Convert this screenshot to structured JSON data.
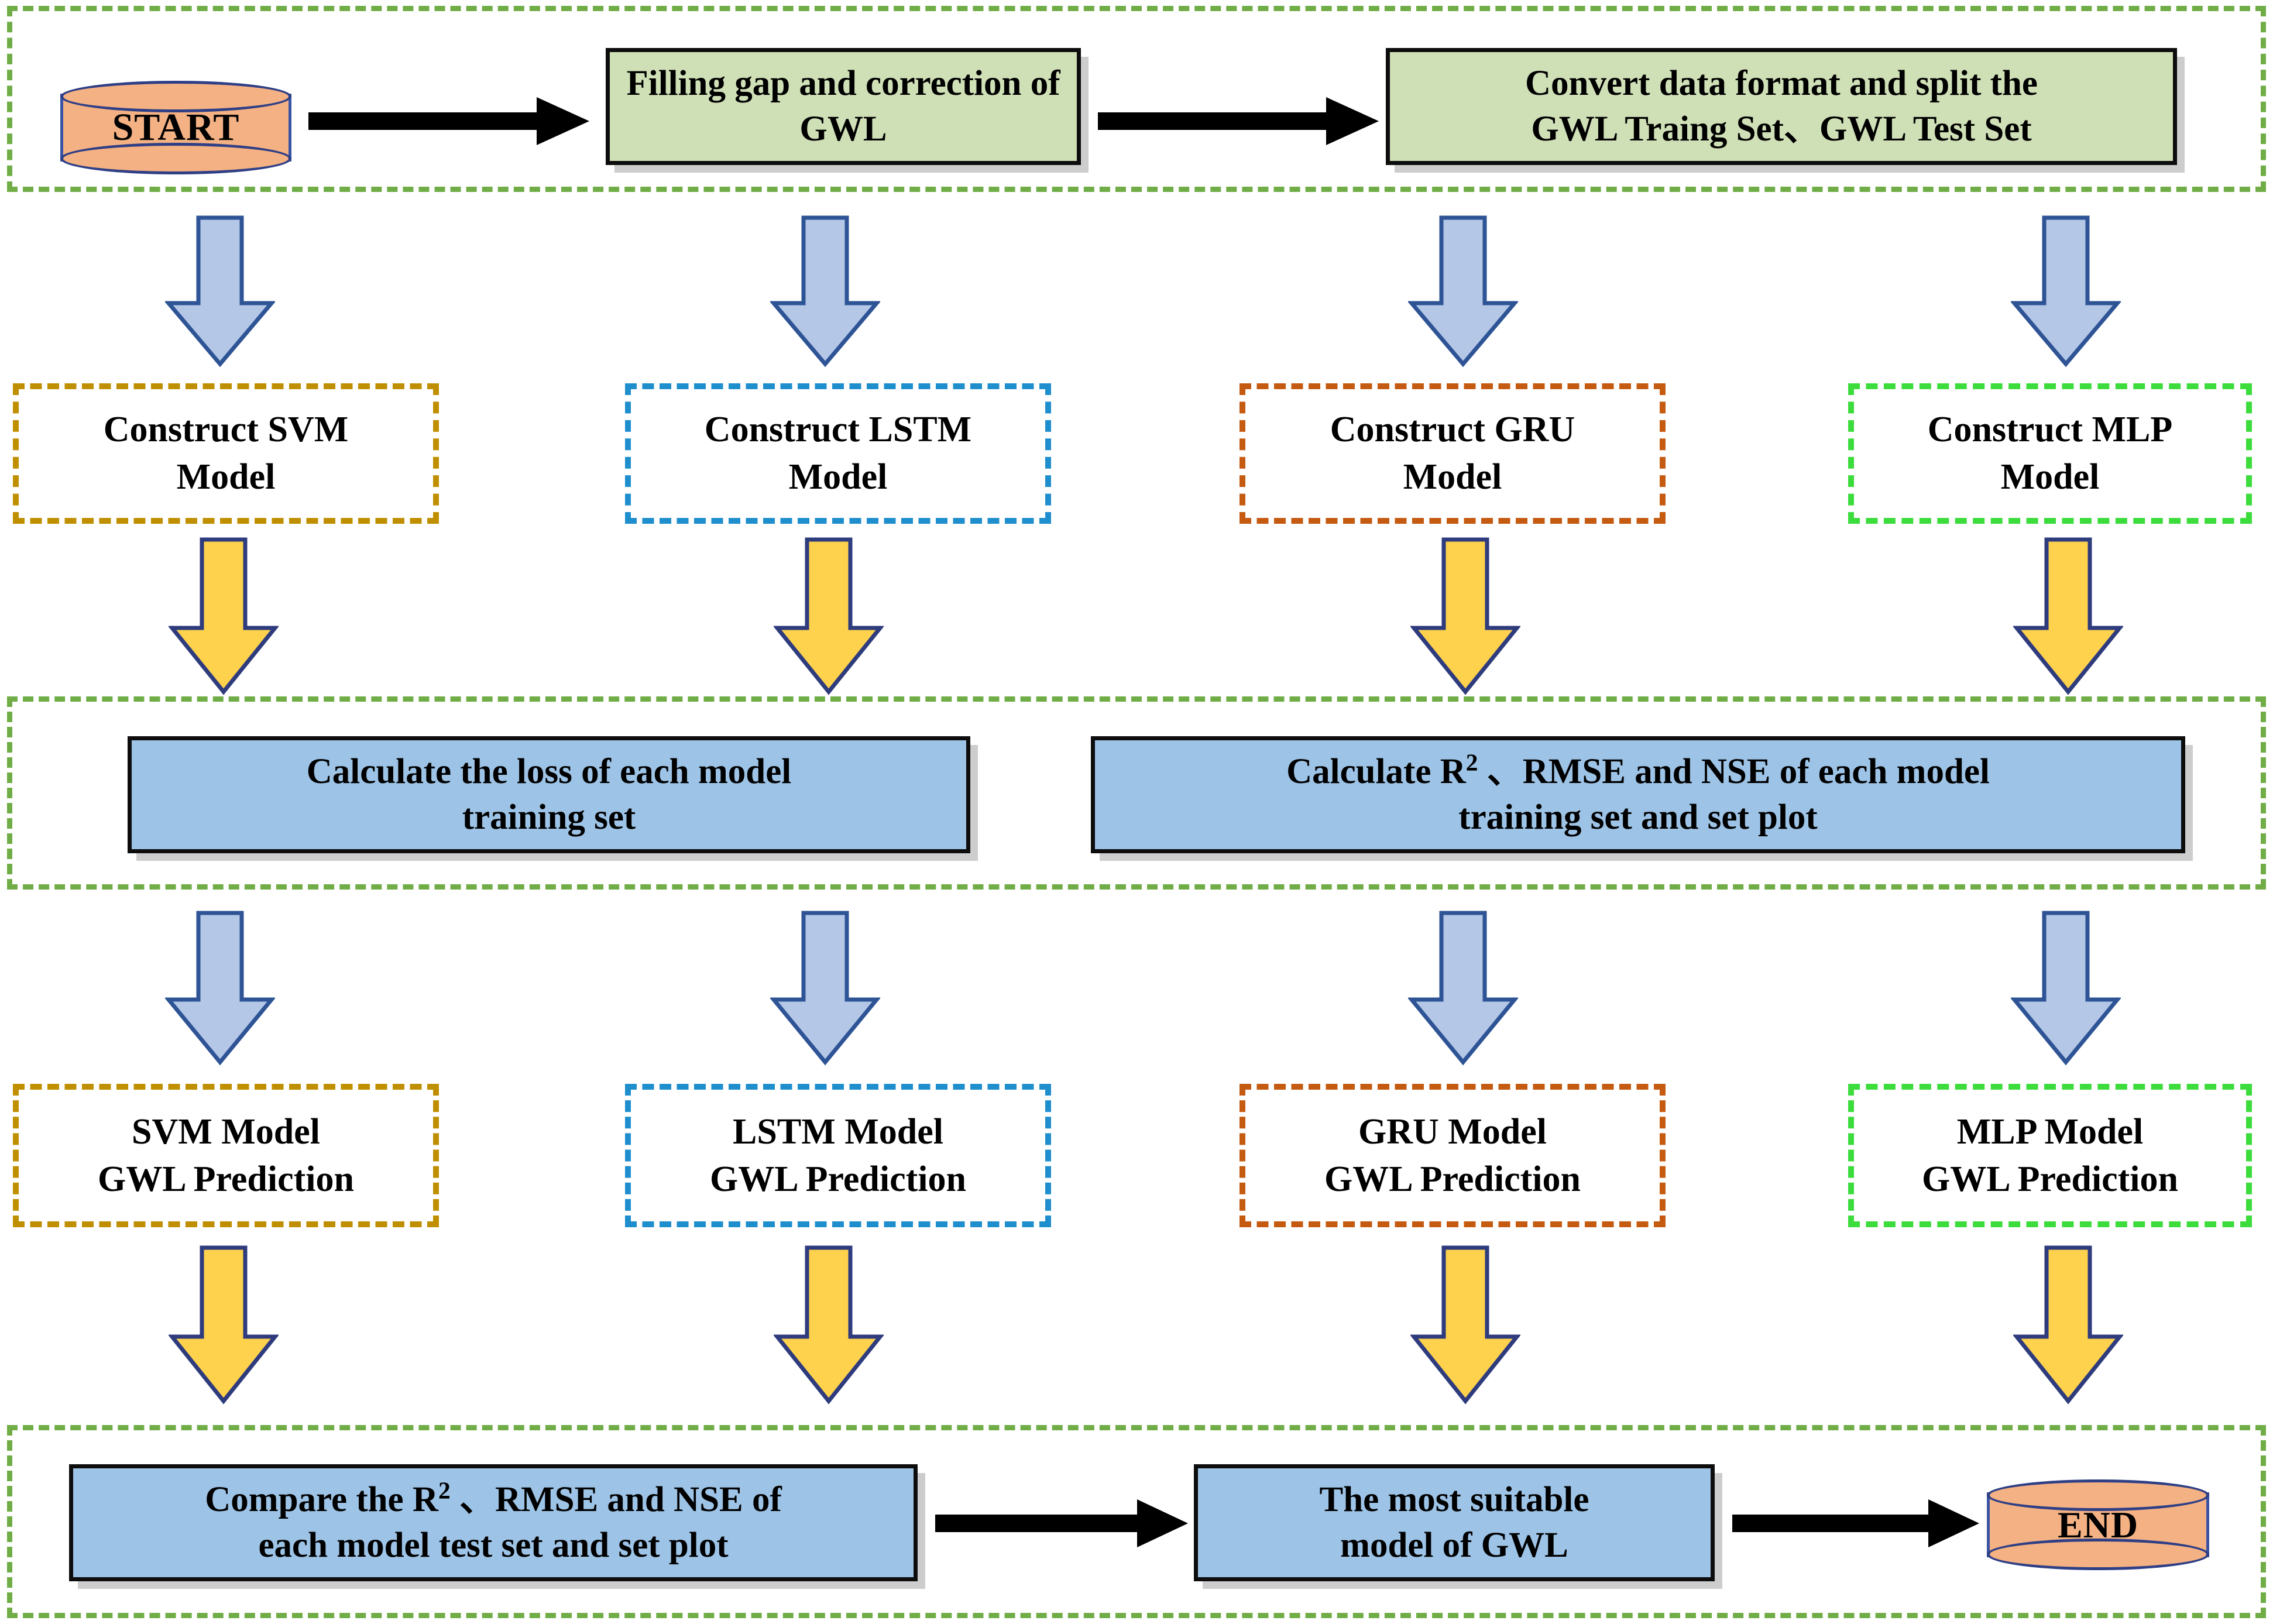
{
  "diagram": {
    "title": "GWL prediction modelling workflow flowchart",
    "colors": {
      "group_border": "#70ad47",
      "process_green": "#cfdfb6",
      "process_blue": "#9dc3e6",
      "terminator_fill": "#f4b183",
      "arrow_blue_fill": "#b4c7e7",
      "arrow_blue_stroke": "#2e5496",
      "arrow_yellow_fill": "#ffd24d",
      "arrow_yellow_stroke": "#2e3b7d",
      "svm": "#bf8f00",
      "lstm": "#1f8ecd",
      "gru": "#c55a11",
      "mlp": "#3ddc3d"
    }
  },
  "stage_1": {
    "start": "START",
    "filling": "Filling gap and correction of GWL",
    "convert_line1": "Convert data format and split the",
    "convert_line2": "GWL Traing Set、GWL  Test Set"
  },
  "stage_2": {
    "construct": [
      {
        "line1": "Construct SVM",
        "line2": "Model",
        "model": "SVM"
      },
      {
        "line1": "Construct LSTM",
        "line2": "Model",
        "model": "LSTM"
      },
      {
        "line1": "Construct GRU",
        "line2": "Model",
        "model": "GRU"
      },
      {
        "line1": "Construct MLP",
        "line2": "Model",
        "model": "MLP"
      }
    ]
  },
  "stage_3": {
    "loss_line1": "Calculate the loss of each model",
    "loss_line2": "training set",
    "metrics_line1_pre": "Calculate R",
    "metrics_line1_sup": "2",
    "metrics_line1_post": " 、RMSE and NSE of each model",
    "metrics_line2": "training set and set plot"
  },
  "stage_4": {
    "prediction": [
      {
        "line1": "SVM Model",
        "line2": "GWL Prediction",
        "model": "SVM"
      },
      {
        "line1": "LSTM Model",
        "line2": "GWL Prediction",
        "model": "LSTM"
      },
      {
        "line1": "GRU Model",
        "line2": "GWL Prediction",
        "model": "GRU"
      },
      {
        "line1": "MLP Model",
        "line2": "GWL Prediction",
        "model": "MLP"
      }
    ]
  },
  "stage_5": {
    "compare_line1_pre": "Compare the R",
    "compare_line1_sup": "2",
    "compare_line1_post": " 、RMSE and NSE of",
    "compare_line2": "each model test set and set plot",
    "best": "The most suitable model of GWL",
    "best_line1": "The most suitable",
    "best_line2": "model of GWL",
    "end": "END"
  }
}
